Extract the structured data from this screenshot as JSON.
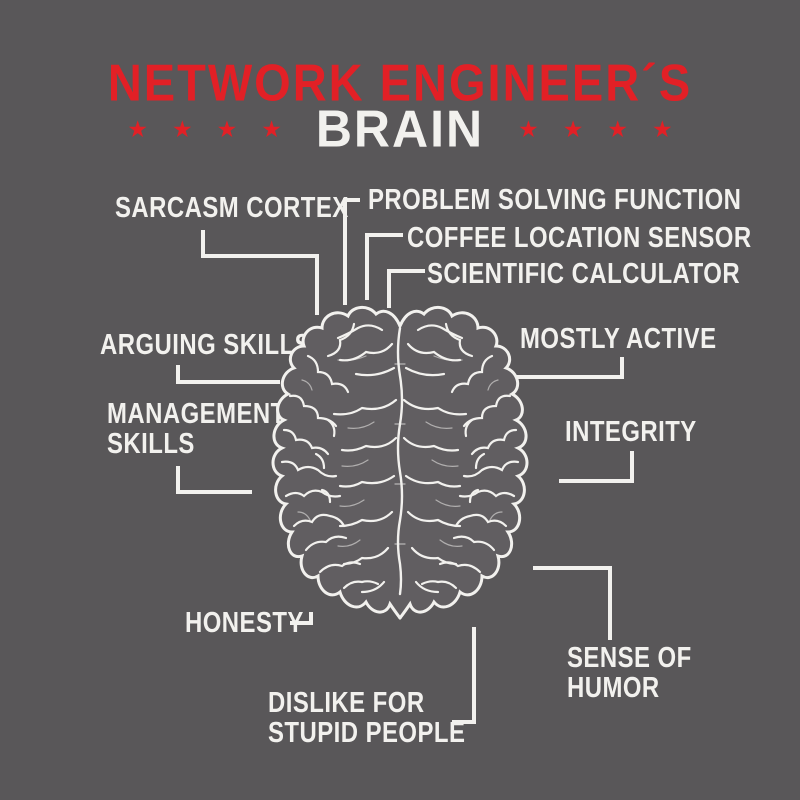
{
  "colors": {
    "background": "#595759",
    "accent_red": "#e22026",
    "text_white": "#f2f1ee"
  },
  "header": {
    "title_line1": "NETWORK ENGINEER´S",
    "title_line2": "BRAIN",
    "star_glyph": "★",
    "stars_left_count": 4,
    "stars_right_count": 4
  },
  "labels": {
    "sarcasm_cortex": "SARCASM CORTEX",
    "problem_solving": "PROBLEM SOLVING FUNCTION",
    "coffee_location": "COFFEE LOCATION SENSOR",
    "scientific_calculator": "SCIENTIFIC CALCULATOR",
    "arguing_skills": "ARGUING SKILLS",
    "mostly_active": "MOSTLY ACTIVE",
    "management_skills": {
      "line1": "MANAGEMENT",
      "line2": "SKILLS"
    },
    "integrity": "INTEGRITY",
    "honesty": "HONESTY",
    "sense_of_humor": {
      "line1": "SENSE OF",
      "line2": "HUMOR"
    },
    "dislike_stupid_people": {
      "line1": "DISLIKE FOR",
      "line2": "STUPID PEOPLE"
    }
  }
}
